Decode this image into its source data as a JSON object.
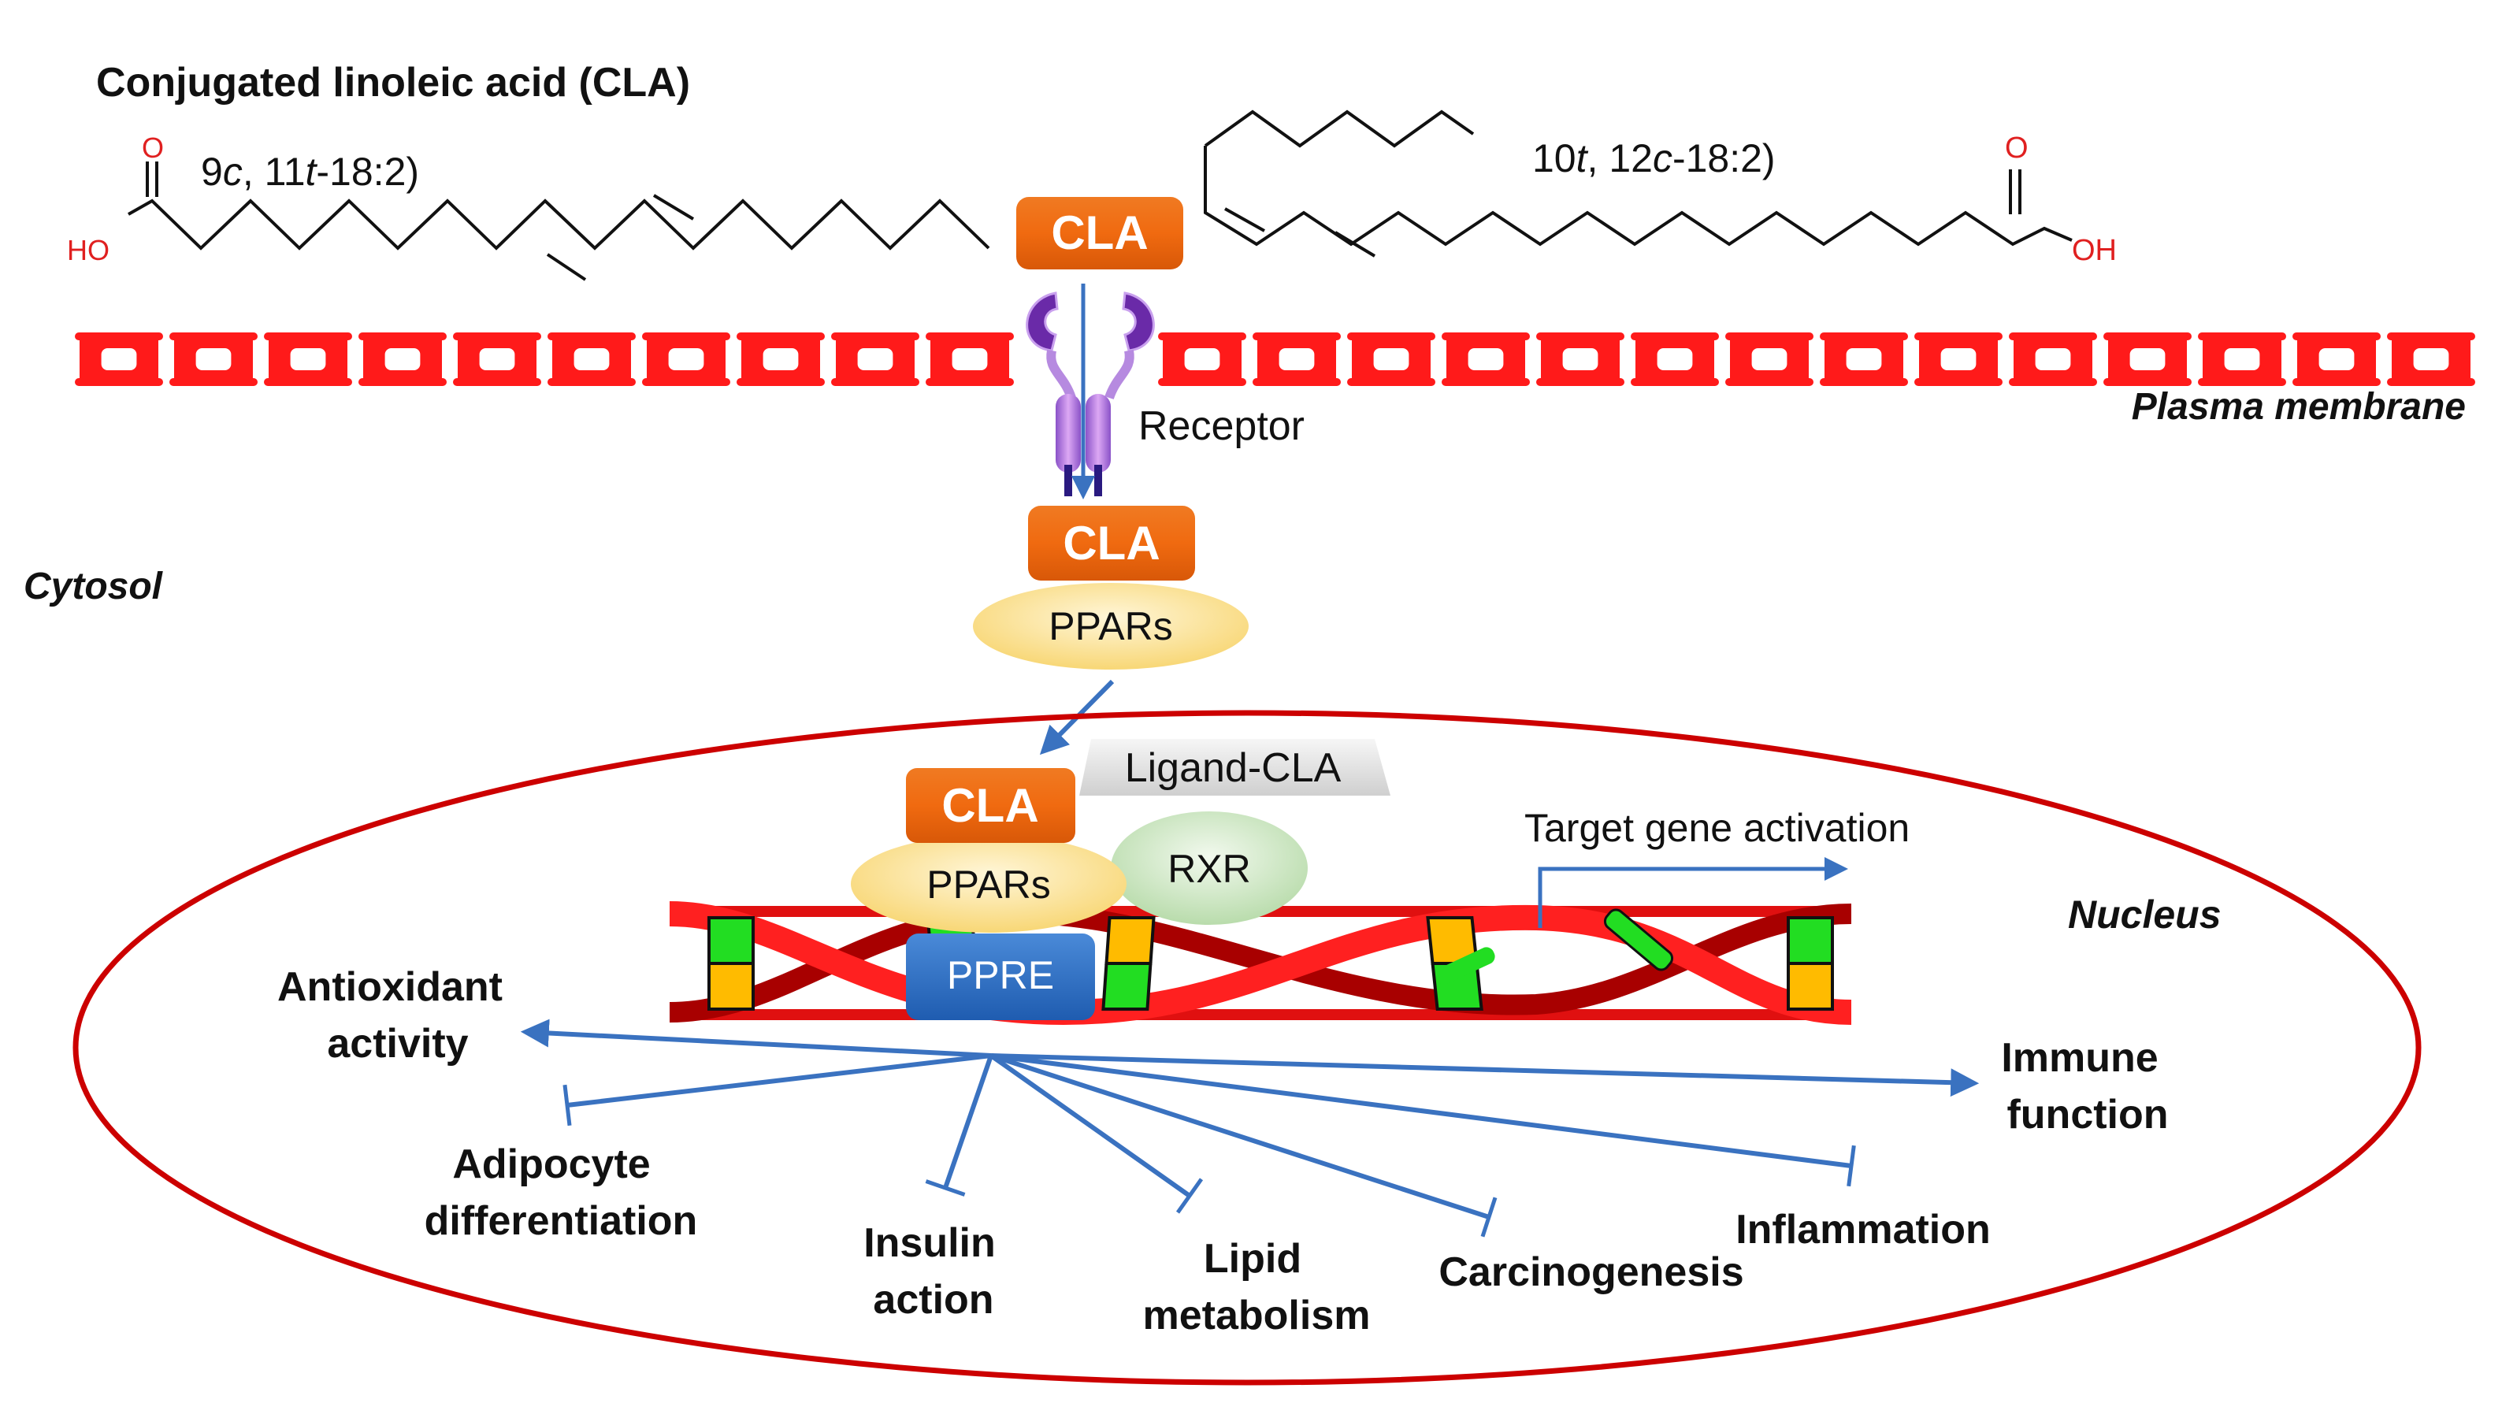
{
  "title": "Conjugated linoleic acid (CLA)",
  "molecules": {
    "left": {
      "label_prefix": "9",
      "label_c": "c",
      "label_mid": ", 11",
      "label_t": "t",
      "label_suffix": "-18:2)",
      "acid_O": "O",
      "acid_OH": "HO"
    },
    "right": {
      "label_prefix": "10",
      "label_t": "t",
      "label_mid": ", 12",
      "label_c": "c",
      "label_suffix": "-18:2)",
      "acid_O": "O",
      "acid_OH": "OH"
    }
  },
  "boxes": {
    "cla_top": "CLA",
    "cla_cytosol": "CLA",
    "cla_nucleus": "CLA",
    "ppars_cytosol": "PPARs",
    "ppars_nucleus": "PPARs",
    "rxr": "RXR",
    "ppre": "PPRE",
    "ligand": "Ligand-CLA"
  },
  "labels": {
    "receptor": "Receptor",
    "plasma_membrane": "Plasma membrane",
    "cytosol": "Cytosol",
    "nucleus": "Nucleus",
    "target_gene": "Target gene activation"
  },
  "outcomes": [
    {
      "line1": "Antioxidant",
      "line2": "activity",
      "effect": "activation"
    },
    {
      "line1": "Adipocyte",
      "line2": "differentiation",
      "effect": "inhibition"
    },
    {
      "line1": "Insulin",
      "line2": "action",
      "effect": "inhibition"
    },
    {
      "line1": "Lipid",
      "line2": "metabolism",
      "effect": "inhibition"
    },
    {
      "line1": "Carcinogenesis",
      "line2": "",
      "effect": "inhibition"
    },
    {
      "line1": "Inflammation",
      "line2": "",
      "effect": "inhibition"
    },
    {
      "line1": "Immune",
      "line2": "function",
      "effect": "activation"
    }
  ],
  "colors": {
    "cla_orange": "#e8650e",
    "membrane_red": "#ff1a1a",
    "nucleus_red": "#cc0000",
    "arrow_blue": "#3a72c0",
    "receptor_purple": "#7b3fb8",
    "ppars_yellow": "#fbe39a",
    "rxr_green": "#cfe8c6",
    "ppre_blue": "#2f6fc4",
    "acid_red": "#e02020"
  }
}
